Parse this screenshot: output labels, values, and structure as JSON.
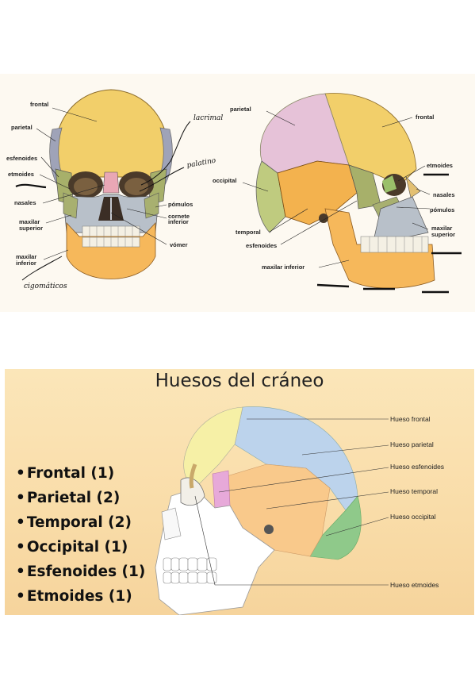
{
  "top_figure": {
    "front_labels": [
      "frontal",
      "parietal",
      "esfenoides",
      "etmoides",
      "nasales",
      "maxilar",
      "superior",
      "maxilar",
      "inferior",
      "pómulos",
      "cornete",
      "inferior",
      "vómer"
    ],
    "handwritten": [
      "lacrimal",
      "palatino",
      "cigomáticos"
    ],
    "side_labels": [
      "parietal",
      "frontal",
      "occipital",
      "etmoides",
      "nasales",
      "pómulos",
      "maxilar",
      "superior",
      "temporal",
      "esfenoides",
      "maxilar inferior"
    ],
    "colors": {
      "frontal": "#f2cf6a",
      "parietal": "#e6c2d8",
      "temporal": "#f3b24e",
      "sphenoid": "#a7b06a",
      "maxilla": "#b8c0c9",
      "mandible": "#f6b85b",
      "occipital": "#bfcb7f"
    }
  },
  "bottom_figure": {
    "title": "Huesos del cráneo",
    "bullets": [
      "Frontal (1)",
      "Parietal (2)",
      "Temporal (2)",
      "Occipital (1)",
      "Esfenoides (1)",
      "Etmoides (1)"
    ],
    "labels": [
      "Hueso frontal",
      "Hueso parietal",
      "Hueso esfenoides",
      "Hueso temporal",
      "Hueso occipital",
      "Hueso etmoides"
    ],
    "colors": {
      "frontal": "#f6f0a6",
      "parietal": "#bcd3ec",
      "sphenoid": "#e7a9d9",
      "temporal": "#f9c98b",
      "occipital": "#8fc98a",
      "face": "#ffffff"
    }
  }
}
